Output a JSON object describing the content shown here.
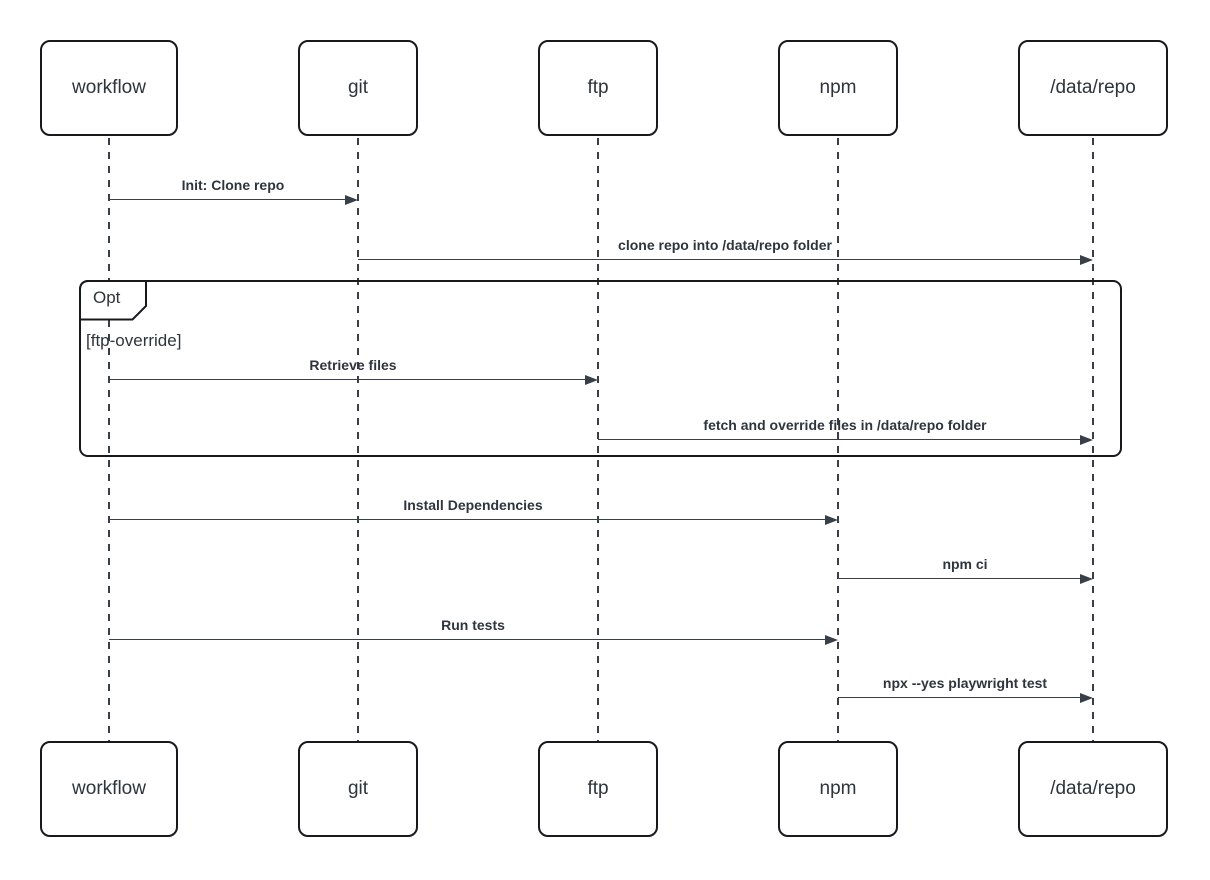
{
  "diagram": {
    "type": "sequence-diagram",
    "background_color": "#ffffff",
    "stroke_color": "#383f49",
    "actor_border_color": "#17191d",
    "text_color": "#2e343b",
    "participants": [
      {
        "id": "workflow",
        "label": "workflow"
      },
      {
        "id": "git",
        "label": "git"
      },
      {
        "id": "ftp",
        "label": "ftp"
      },
      {
        "id": "npm",
        "label": "npm"
      },
      {
        "id": "data-repo",
        "label": "/data/repo"
      }
    ],
    "messages": [
      {
        "from": "workflow",
        "to": "git",
        "label": "Init: Clone repo"
      },
      {
        "from": "git",
        "to": "/data/repo",
        "label": "clone repo into /data/repo folder"
      },
      {
        "from": "workflow",
        "to": "ftp",
        "label": "Retrieve files"
      },
      {
        "from": "ftp",
        "to": "/data/repo",
        "label": "fetch and override files in /data/repo folder"
      },
      {
        "from": "workflow",
        "to": "npm",
        "label": "Install Dependencies"
      },
      {
        "from": "npm",
        "to": "/data/repo",
        "label": "npm ci"
      },
      {
        "from": "workflow",
        "to": "npm",
        "label": "Run tests"
      },
      {
        "from": "npm",
        "to": "/data/repo",
        "label": "npx --yes playwright test"
      }
    ],
    "fragment": {
      "keyword": "Opt",
      "condition": "[ftp-override]"
    }
  }
}
